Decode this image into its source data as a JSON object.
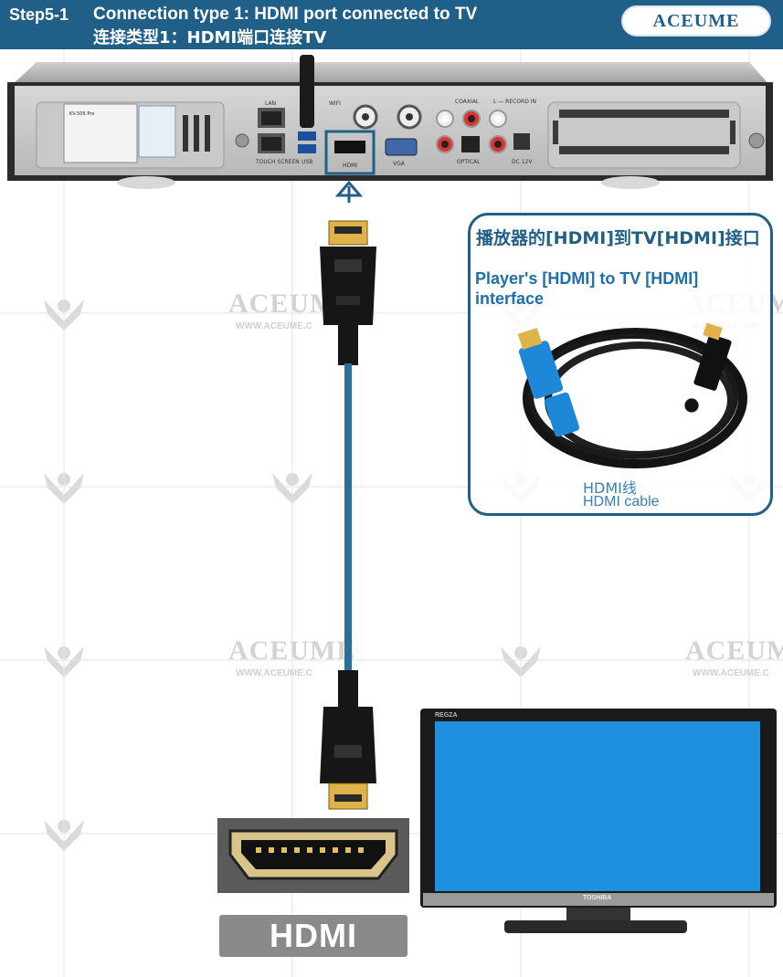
{
  "header": {
    "step": "Step5-1",
    "title_en": "Connection type 1: HDMI port connected to TV",
    "title_cn": "连接类型1：HDMI端口连接TV",
    "logo": "ACEUME"
  },
  "watermark": {
    "text": "ACEUME",
    "url": "WWW.ACEUME.C"
  },
  "player": {
    "label_lan": "LAN",
    "label_touch": "TOUCH SCREEN",
    "label_usb": "USB",
    "label_hdmi": "HDMI",
    "label_vga": "VGA",
    "label_coaxial": "COAXIAL",
    "label_record": "L — RECORD IN",
    "label_optical": "OPTICAL",
    "label_dc": "DC 12V",
    "label_wifi": "WIFI",
    "sticker": "KV-505 Pro"
  },
  "panel": {
    "cn": "播放器的[HDMI]到TV[HDMI]接口",
    "en": "Player's [HDMI] to TV [HDMI] interface",
    "caption_cn": "HDMI线",
    "caption_en": "HDMI cable"
  },
  "tv": {
    "brand_top": "REGZA",
    "brand_bottom": "TOSHIBA"
  },
  "hdmi_badge": "HDMI",
  "colors": {
    "header": "#1f5f88",
    "panel_border": "#1f5f88",
    "tv_screen": "#1f8fe0",
    "cable_blue": "#2a6f9e",
    "connector_gold": "#e0b24a"
  }
}
